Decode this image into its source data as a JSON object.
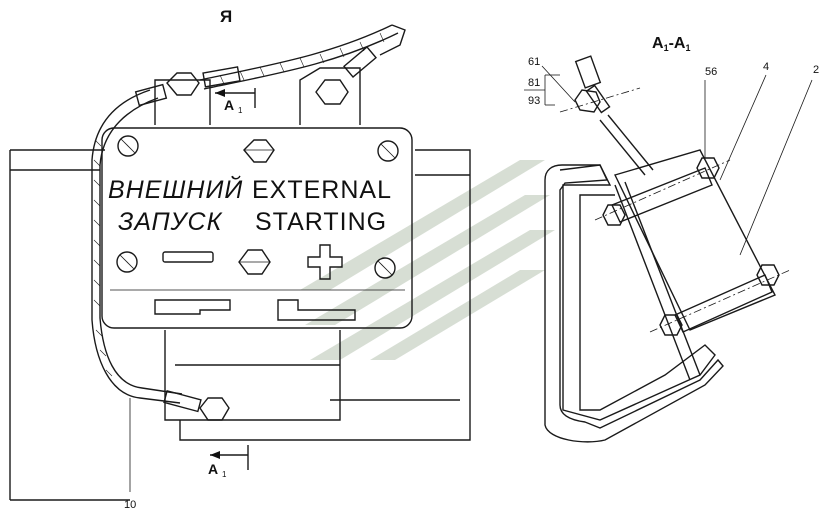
{
  "view_label": "Я",
  "section_label": "A",
  "section_title_main": "A",
  "section_title_sub": "1",
  "section_title_sep": "-",
  "section_mark_sub": "1",
  "plate": {
    "line1_ru": "ВНЕШНИЙ",
    "line1_en": "EXTERNAL",
    "line2_ru": "ЗАПУСК",
    "line2_en": "STARTING",
    "minus": "—",
    "plus": "+"
  },
  "callouts": {
    "c61": "61",
    "c81": "81",
    "c93": "93",
    "c56": "56",
    "c4": "4",
    "c2": "2",
    "c10": "10"
  }
}
